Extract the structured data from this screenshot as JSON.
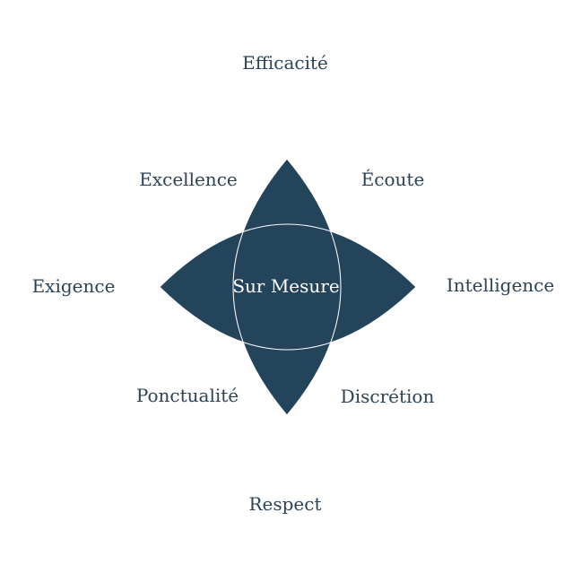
{
  "center_label": "Sur Mesure",
  "values": [
    {
      "id": "efficacite",
      "label": "Efficacité"
    },
    {
      "id": "ecoute",
      "label": "Écoute"
    },
    {
      "id": "intelligence",
      "label": "Intelligence"
    },
    {
      "id": "discretion",
      "label": "Discrétion"
    },
    {
      "id": "respect",
      "label": "Respect"
    },
    {
      "id": "ponctualite",
      "label": "Ponctualité"
    },
    {
      "id": "exigence",
      "label": "Exigence"
    },
    {
      "id": "excellence",
      "label": "Excellence"
    }
  ],
  "colors": {
    "shape_fill": "#24445c",
    "shape_outline": "#ffffff",
    "label_text": "#2b4257",
    "center_text": "#ffffff",
    "background": "#ffffff"
  }
}
